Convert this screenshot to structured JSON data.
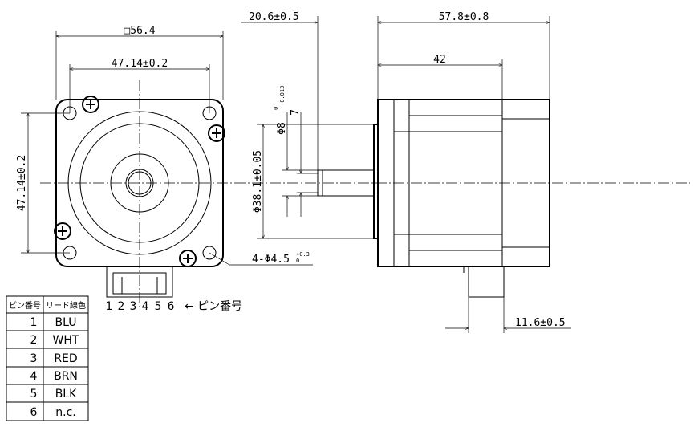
{
  "dimensions": {
    "square_size": "□56.4",
    "hole_pitch_h": "47.14±0.2",
    "hole_pitch_v": "47.14±0.2",
    "flange_to_shaft": "20.6±0.5",
    "shaft_length_total": "57.8±0.8",
    "body_length": "42",
    "shaft_diameter": "Φ8",
    "shaft_tol_upper": "0",
    "shaft_tol_lower": "-0.013",
    "shaft_flat_depth": "7",
    "pilot_diameter": "Φ38.1±0.05",
    "mount_holes": "4-Φ4.5",
    "mount_hole_tol_upper": "+0.3",
    "mount_hole_tol_lower": "0",
    "connector_length": "11.6±0.5"
  },
  "pin_numbers": [
    "1",
    "2",
    "3",
    "4",
    "5",
    "6"
  ],
  "pin_label": "← ピン番号",
  "table": {
    "headers": [
      "ピン番号",
      "リード線色"
    ],
    "rows": [
      {
        "pin": "1",
        "color": "BLU"
      },
      {
        "pin": "2",
        "color": "WHT"
      },
      {
        "pin": "3",
        "color": "RED"
      },
      {
        "pin": "4",
        "color": "BRN"
      },
      {
        "pin": "5",
        "color": "BLK"
      },
      {
        "pin": "6",
        "color": "n.c."
      }
    ]
  }
}
